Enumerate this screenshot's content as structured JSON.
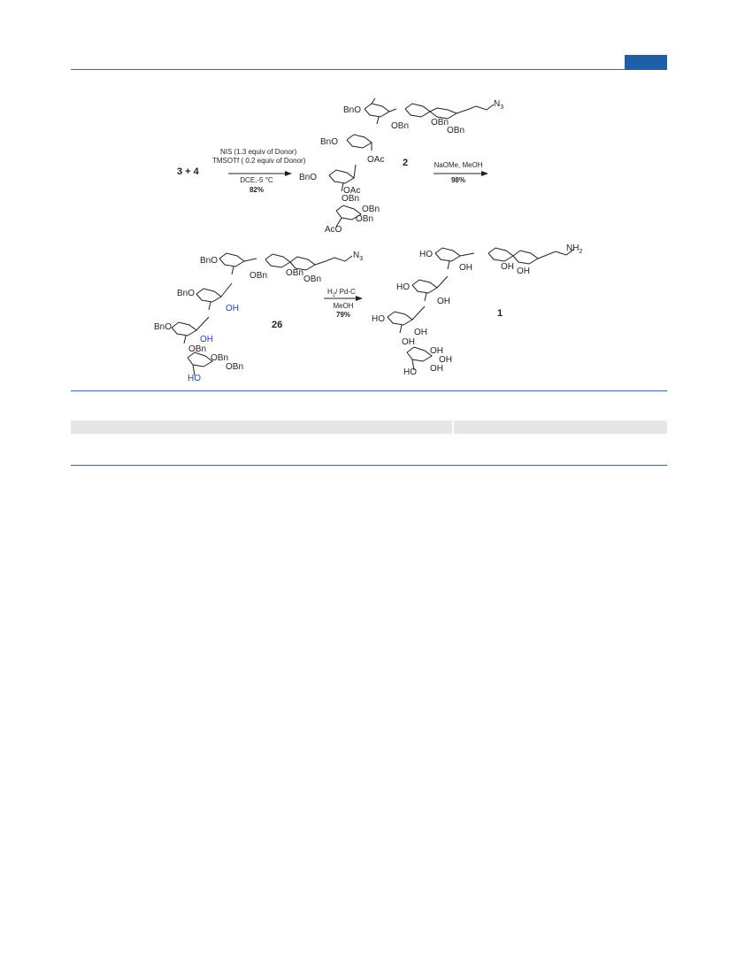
{
  "scheme": {
    "reactants": "3 + 4",
    "step1": {
      "line1": "NIS (1.3 equiv of Donor)",
      "line2": "TMSOTf ( 0.2 equiv of Donor)",
      "line3": "DCE,-5 °C",
      "yield": "82%"
    },
    "step2": {
      "line1": "NaOMe, MeOH",
      "yield": "98%"
    },
    "step3": {
      "line1a": "H",
      "line1sub": "2",
      "line1b": "/ Pd-C",
      "line2": "MeOH",
      "yield": "79%"
    },
    "compound_top": "2",
    "compound_mid": "26",
    "compound_final": "1",
    "labels_top": {
      "bno1": "BnO",
      "bno2": "BnO",
      "bno3": "BnO",
      "obn1": "OBn",
      "obn2": "OBn",
      "obn3": "OBn",
      "obn4": "OBn",
      "obn5": "OBn",
      "obn6": "OBn",
      "oac1": "OAc",
      "oac2": "OAc",
      "aco": "AcO",
      "n3": "N",
      "n3sub": "3"
    },
    "labels_mid": {
      "bno1": "BnO",
      "bno2": "BnO",
      "bno3": "BnO",
      "obn1": "OBn",
      "obn2": "OBn",
      "obn3": "OBn",
      "obn4": "OBn",
      "obn5": "OBn",
      "obn6": "OBn",
      "oh1": "OH",
      "oh2": "OH",
      "ho": "HO",
      "n3": "N",
      "n3sub": "3"
    },
    "labels_final": {
      "ho1": "HO",
      "ho2": "HO",
      "ho3": "HO",
      "ho4": "HO",
      "oh1": "OH",
      "oh2": "OH",
      "oh3": "OH",
      "oh4": "OH",
      "oh5": "OH",
      "oh6": "OH",
      "oh7": "OH",
      "oh8": "OH",
      "oh9": "OH",
      "nh2": "NH",
      "nh2sub": "2"
    },
    "accent_color": "#1f3fbf",
    "rule_color": "#2b6cb0"
  }
}
